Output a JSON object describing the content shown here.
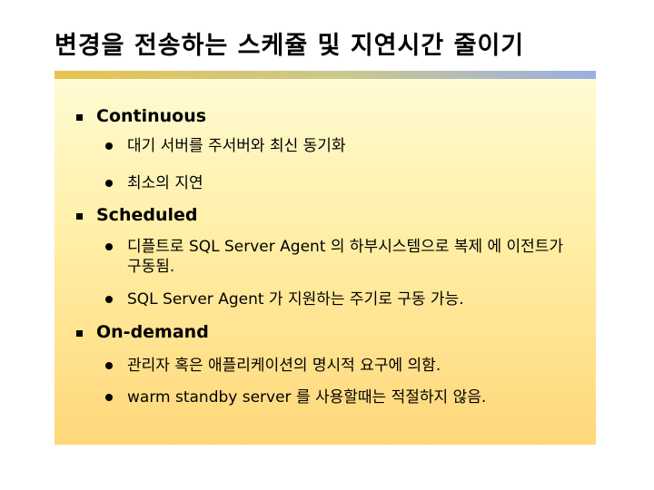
{
  "slide": {
    "title": "변경을 전송하는 스케쥴 및 지연시간 줄이기",
    "sections": [
      {
        "heading": "Continuous",
        "items": [
          "대기 서버를 주서버와 최신 동기화",
          "최소의 지연"
        ]
      },
      {
        "heading": "Scheduled",
        "items": [
          "디플트로 SQL Server Agent 의 하부시스템으로 복제 에 이전트가 구동됨.",
          "SQL Server Agent 가 지원하는 주기로 구동 가능."
        ]
      },
      {
        "heading": "On-demand",
        "items": [
          "관리자 혹은 애플리케이션의 명시적 요구에 의함.",
          "warm standby server 를 사용할때는 적절하지 않음."
        ]
      }
    ]
  }
}
